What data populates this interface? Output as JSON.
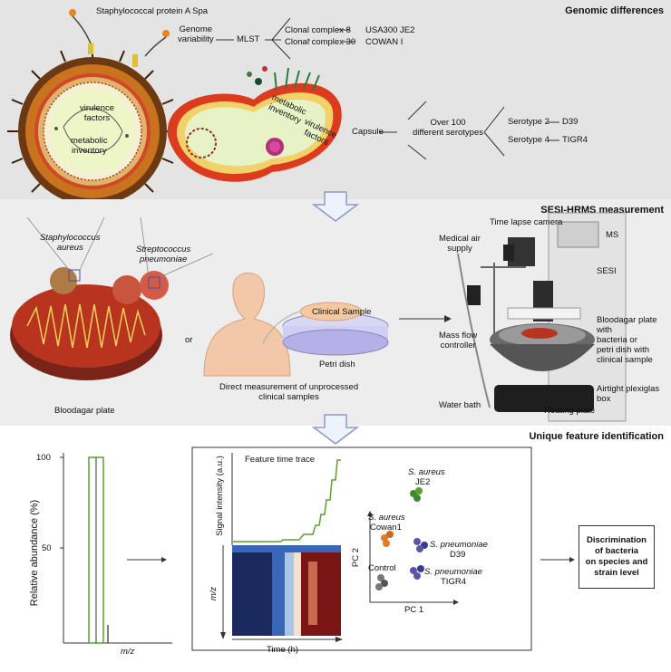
{
  "panels": {
    "genomic_title": "Genomic differences",
    "sesi_title": "SESI-HRMS measurement",
    "unique_title": "Unique feature identification"
  },
  "genomic": {
    "protein_a": "Staphylococcal protein A Spa",
    "genome_variability": "Genome\nvariability",
    "mlst": "MLST",
    "clonal8": "Clonal complex 8",
    "clonal30": "Clonal complex 30",
    "usa300": "USA300 JE2",
    "cowan": "COWAN I",
    "virulence1": "virulence\nfactors",
    "metabolic1": "metabolic\ninventory",
    "metabolic2": "metabolic\ninventory",
    "virulence2": "virulence\nfactors",
    "capsule": "Capsule",
    "over100": "Over 100\ndifferent serotypes",
    "serotype2": "Serotype 2",
    "serotype4": "Serotype 4",
    "d39": "D39",
    "tigr4": "TIGR4"
  },
  "sesi": {
    "staph": "Staphylococcus\naureus",
    "strep": "Streptococcus\npneumoniae",
    "or": "or",
    "bloodagar": "Bloodagar plate",
    "clinical": "Clinical Sample",
    "petri": "Petri dish",
    "direct": "Direct measurement of unprocessed\nclinical samples",
    "medical_air": "Medical air\nsupply",
    "timelapse": "Time lapse camera",
    "ms": "MS",
    "sesi": "SESI",
    "bloodagar_with": "Bloodagar plate\nwith\nbacteria or\npetri dish with\nclinical sample",
    "mass_flow": "Mass flow\ncontroller",
    "airtight": "Airtight plexiglas\nbox",
    "water_bath": "Water bath",
    "heating": "Heating plate"
  },
  "unique": {
    "ytick100": "100",
    "ytick50": "50",
    "ylabel": "Relative abundance (%)",
    "xlabel": "m/z",
    "feature_trace": "Feature time trace",
    "signal": "Signal intensity (a.u.)",
    "mz": "m/z",
    "time": "Time (h)",
    "pc1": "PC 1",
    "pc2": "PC 2",
    "s_aureus_je2": "S. aureus",
    "je2": "JE2",
    "s_aureus_cowan": "S. aureus",
    "cowan1": "Cowan1",
    "s_pneu_d39": "S. pneumoniae",
    "d39": "D39",
    "control": "Control",
    "s_pneu_tigr4": "S. pneumoniae",
    "tigr4": "TIGR4",
    "discrimination": "Discrimination\nof bacteria\non species and\nstrain level"
  },
  "colors": {
    "panel1": "#e4e4e4",
    "panel2": "#ededed",
    "green": "#5aa02c",
    "orange": "#e07b28",
    "purple": "#5a55a8",
    "heat_dark": "#1b2a5e",
    "heat_red": "#7a1515"
  }
}
